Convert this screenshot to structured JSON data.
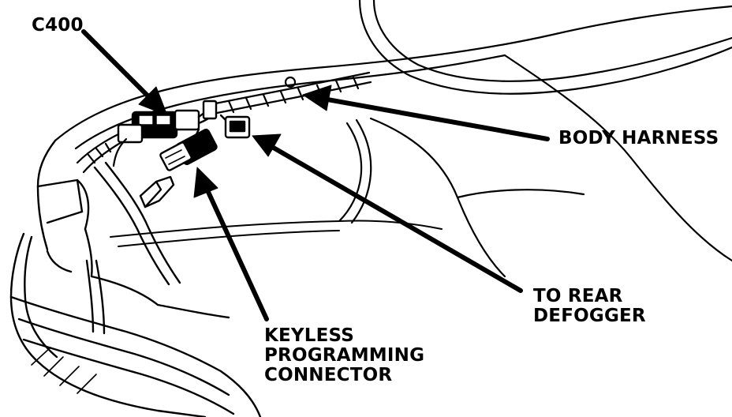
{
  "labels": {
    "c400": "C400",
    "body_harness": "BODY HARNESS",
    "to_rear_defogger": [
      "TO REAR",
      "DEFOGGER"
    ],
    "keyless_programming_connector": [
      "KEYLESS",
      "PROGRAMMING",
      "CONNECTOR"
    ]
  },
  "colors": {
    "ink": "#000000",
    "background": "#ffffff"
  }
}
